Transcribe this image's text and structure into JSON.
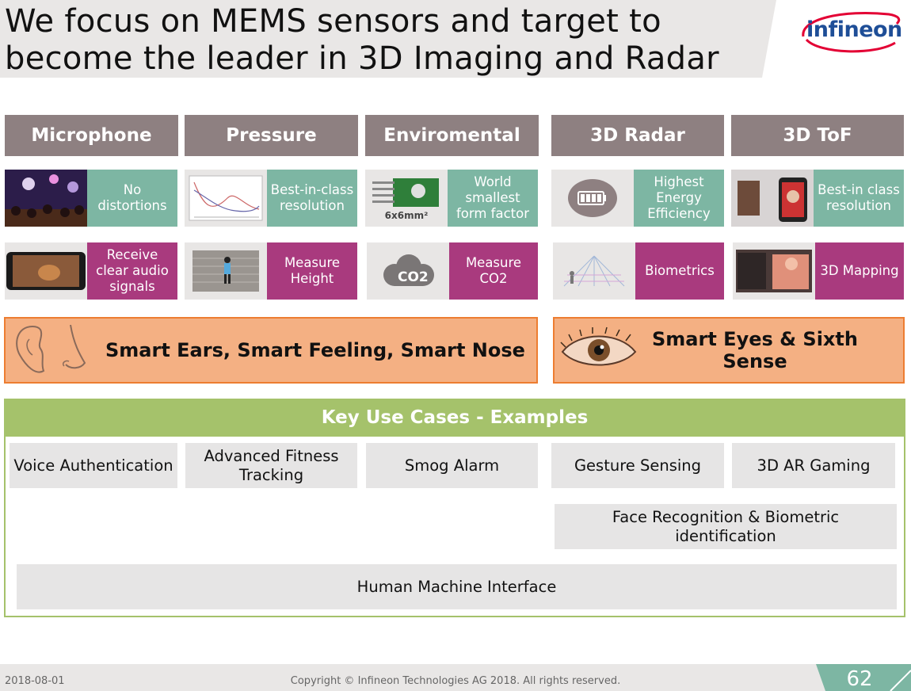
{
  "title": {
    "line1": "We focus on MEMS sensors and target to",
    "line2": "become the leader in 3D Imaging and Radar"
  },
  "logo": {
    "text": "infineon"
  },
  "categories": [
    "Microphone",
    "Pressure",
    "Enviromental",
    "3D Radar",
    "3D ToF"
  ],
  "row1": [
    {
      "label": "No distortions",
      "image_caption": ""
    },
    {
      "label": "Best-in-class resolution",
      "image_caption": ""
    },
    {
      "label": "World smallest form factor",
      "image_caption": "6x6mm²"
    },
    {
      "label": "Highest Energy Efficiency",
      "image_caption": ""
    },
    {
      "label": "Best-in class resolution",
      "image_caption": ""
    }
  ],
  "row2": [
    {
      "label": "Receive clear audio signals"
    },
    {
      "label": "Measure Height"
    },
    {
      "label": "Measure CO2",
      "image_caption": "CO2"
    },
    {
      "label": "Biometrics"
    },
    {
      "label": "3D Mapping"
    }
  ],
  "smart": {
    "left": "Smart Ears, Smart Feeling, Smart Nose",
    "right": "Smart Eyes & Sixth Sense"
  },
  "use_cases": {
    "heading": "Key Use Cases - Examples",
    "voice": "Voice Authentication",
    "fitness": "Advanced Fitness Tracking",
    "smog": "Smog Alarm",
    "gesture": "Gesture Sensing",
    "ar": "3D AR Gaming",
    "face": "Face Recognition & Biometric identification",
    "hmi": "Human Machine Interface"
  },
  "footer": {
    "date": "2018-08-01",
    "copyright": "Copyright © Infineon Technologies AG 2018. All rights reserved.",
    "page": "62"
  },
  "colors": {
    "header_gray": "#8e8081",
    "teal": "#7db6a3",
    "magenta": "#a93a7e",
    "orange_fill": "#f4b083",
    "orange_border": "#ed7d31",
    "lime": "#a5c26b",
    "infineon_blue": "#1e4e97",
    "infineon_red": "#e30034"
  }
}
